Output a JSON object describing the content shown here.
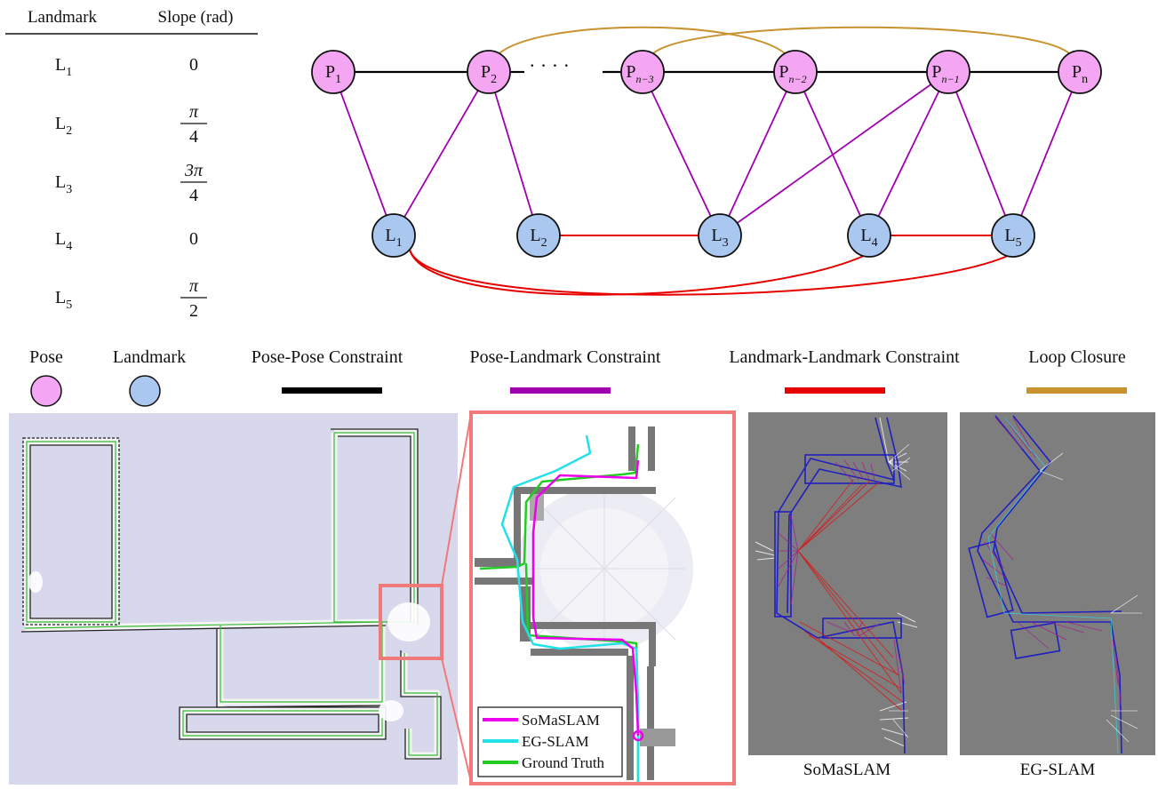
{
  "table": {
    "headers": [
      "Landmark",
      "Slope (rad)"
    ],
    "rows": [
      {
        "landmark": "L",
        "sub": "1",
        "slope_type": "plain",
        "slope": "0"
      },
      {
        "landmark": "L",
        "sub": "2",
        "slope_type": "frac",
        "num": "π",
        "den": "4"
      },
      {
        "landmark": "L",
        "sub": "3",
        "slope_type": "frac",
        "num": "3π",
        "den": "4"
      },
      {
        "landmark": "L",
        "sub": "4",
        "slope_type": "plain",
        "slope": "0"
      },
      {
        "landmark": "L",
        "sub": "5",
        "slope_type": "frac",
        "num": "π",
        "den": "2"
      }
    ]
  },
  "graph": {
    "colors": {
      "pose_fill": "#f5a6f2",
      "landmark_fill": "#a9c7ef",
      "pose_pose": "#000000",
      "pose_landmark": "#a000b0",
      "landmark_landmark": "#e60000",
      "loop_closure": "#c8922e"
    },
    "poses": [
      {
        "id": "P1",
        "main": "P",
        "sub": "1"
      },
      {
        "id": "P2",
        "main": "P",
        "sub": "2"
      },
      {
        "id": "Pn3",
        "main": "P",
        "sub": "n−3"
      },
      {
        "id": "Pn2",
        "main": "P",
        "sub": "n−2"
      },
      {
        "id": "Pn1",
        "main": "P",
        "sub": "n−1"
      },
      {
        "id": "Pn",
        "main": "P",
        "sub": "n"
      }
    ],
    "landmarks": [
      {
        "id": "L1",
        "main": "L",
        "sub": "1"
      },
      {
        "id": "L2",
        "main": "L",
        "sub": "2"
      },
      {
        "id": "L3",
        "main": "L",
        "sub": "3"
      },
      {
        "id": "L4",
        "main": "L",
        "sub": "4"
      },
      {
        "id": "L5",
        "main": "L",
        "sub": "5"
      }
    ],
    "ellipsis": "· · · ·",
    "pose_pose_edges": [
      [
        "P1",
        "P2"
      ],
      [
        "Pn3",
        "Pn2"
      ],
      [
        "Pn2",
        "Pn1"
      ],
      [
        "Pn1",
        "Pn"
      ]
    ],
    "pose_landmark_edges": [
      [
        "P1",
        "L1"
      ],
      [
        "P2",
        "L1"
      ],
      [
        "P2",
        "L2"
      ],
      [
        "Pn3",
        "L3"
      ],
      [
        "Pn2",
        "L3"
      ],
      [
        "Pn2",
        "L4"
      ],
      [
        "Pn1",
        "L3"
      ],
      [
        "Pn1",
        "L4"
      ],
      [
        "Pn1",
        "L5"
      ],
      [
        "Pn",
        "L5"
      ]
    ],
    "landmark_landmark_edges": [
      [
        "L2",
        "L3"
      ],
      [
        "L4",
        "L5"
      ],
      [
        "L1",
        "L4"
      ],
      [
        "L1",
        "L5"
      ]
    ],
    "loop_closure_edges": [
      [
        "P2",
        "Pn2"
      ],
      [
        "Pn3",
        "Pn"
      ]
    ]
  },
  "legend": {
    "pose": "Pose",
    "landmark": "Landmark",
    "pose_pose": "Pose-Pose Constraint",
    "pose_landmark": "Pose-Landmark Constraint",
    "landmark_landmark": "Landmark-Landmark Constraint",
    "loop_closure": "Loop Closure"
  },
  "maps": {
    "inset_legend": [
      {
        "label": "SoMaSLAM",
        "color": "#ee00ee"
      },
      {
        "label": "EG-SLAM",
        "color": "#22e0e8"
      },
      {
        "label": "Ground Truth",
        "color": "#22cc22"
      }
    ],
    "captions": {
      "left": "SoMaSLAM",
      "right": "EG-SLAM"
    },
    "colors": {
      "map_bg": "#d7d8ec",
      "zoom_box": "#f07a7a",
      "dark_bg": "#7e7e7e",
      "blue_edge": "#2020c0",
      "red_edge": "#d02020",
      "purple_edge": "#a0208c"
    }
  }
}
